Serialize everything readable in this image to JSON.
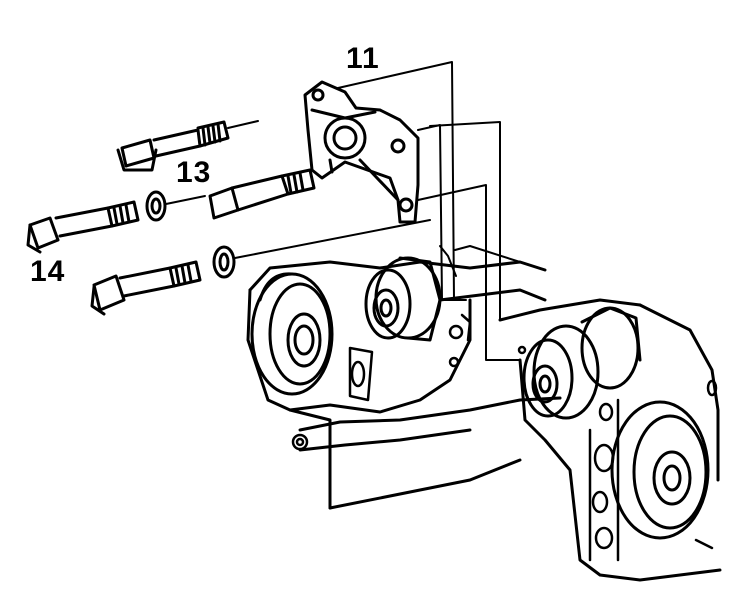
{
  "callouts": {
    "bracket": "11",
    "upper_bolt": "13",
    "lower_bolt": "14"
  },
  "colors": {
    "ink": "#000000",
    "paper": "#ffffff"
  }
}
